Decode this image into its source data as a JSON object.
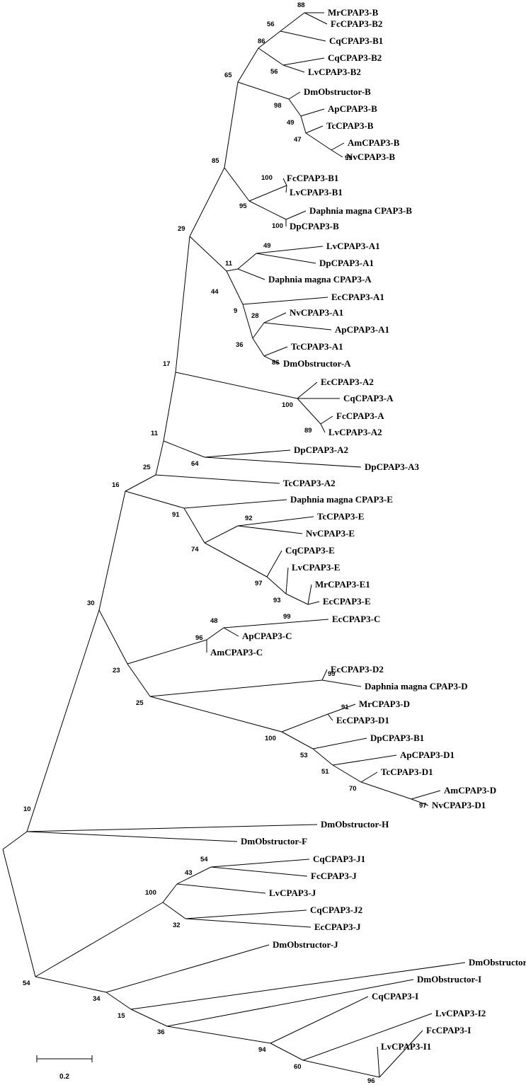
{
  "tree": {
    "leaves": [
      "MrCPAP3-B",
      "FcCPAP3-B2",
      "CqCPAP3-B1",
      "CqCPAP3-B2",
      "LvCPAP3-B2",
      "DmObstructor-B",
      "ApCPAP3-B",
      "TcCPAP3-B",
      "AmCPAP3-B",
      "NvCPAP3-B",
      "FcCPAP3-B1",
      "LvCPAP3-B1",
      "Daphnia magna CPAP3-B",
      "DpCPAP3-B",
      "LvCPAP3-A1",
      "DpCPAP3-A1",
      "Daphnia magna CPAP3-A",
      "EcCPAP3-A1",
      "NvCPAP3-A1",
      "ApCPAP3-A1",
      "TcCPAP3-A1",
      "DmObstructor-A",
      "EcCPAP3-A2",
      "CqCPAP3-A",
      "FcCPAP3-A",
      "LvCPAP3-A2",
      "DpCPAP3-A2",
      "DpCPAP3-A3",
      "TcCPAP3-A2",
      "Daphnia magna CPAP3-E",
      "TcCPAP3-E",
      "NvCPAP3-E",
      "CqCPAP3-E",
      "LvCPAP3-E",
      "MrCPAP3-E1",
      "EcCPAP3-E",
      "EcCPAP3-C",
      "ApCPAP3-C",
      "AmCPAP3-C",
      "EcCPAP3-D2",
      "Daphnia magna CPAP3-D",
      "MrCPAP3-D",
      "EcCPAP3-D1",
      "DpCPAP3-B1",
      "ApCPAP3-D1",
      "TcCPAP3-D1",
      "AmCPAP3-D",
      "NvCPAP3-D1",
      "DmObstructor-H",
      "DmObstructor-F",
      "CqCPAP3-J1",
      "FcCPAP3-J",
      "LvCPAP3-J",
      "CqCPAP3-J2",
      "EcCPAP3-J",
      "DmObstructor-J",
      "DmObstructor-G",
      "DmObstructor-I",
      "CqCPAP3-I",
      "LvCPAP3-I2",
      "FcCPAP3-I",
      "LvCPAP3-I1"
    ],
    "bootstrap": [
      "88",
      "56",
      "86",
      "56",
      "65",
      "98",
      "49",
      "47",
      "99",
      "85",
      "100",
      "95",
      "100",
      "29",
      "49",
      "11",
      "44",
      "9",
      "28",
      "36",
      "86",
      "17",
      "100",
      "89",
      "11",
      "64",
      "25",
      "16",
      "91",
      "92",
      "74",
      "97",
      "93",
      "99",
      "30",
      "48",
      "96",
      "23",
      "99",
      "25",
      "91",
      "100",
      "53",
      "51",
      "70",
      "97",
      "10",
      "54",
      "43",
      "100",
      "32",
      "54",
      "34",
      "15",
      "36",
      "94",
      "60",
      "96"
    ],
    "scale_bar": {
      "label": "0.2"
    }
  }
}
